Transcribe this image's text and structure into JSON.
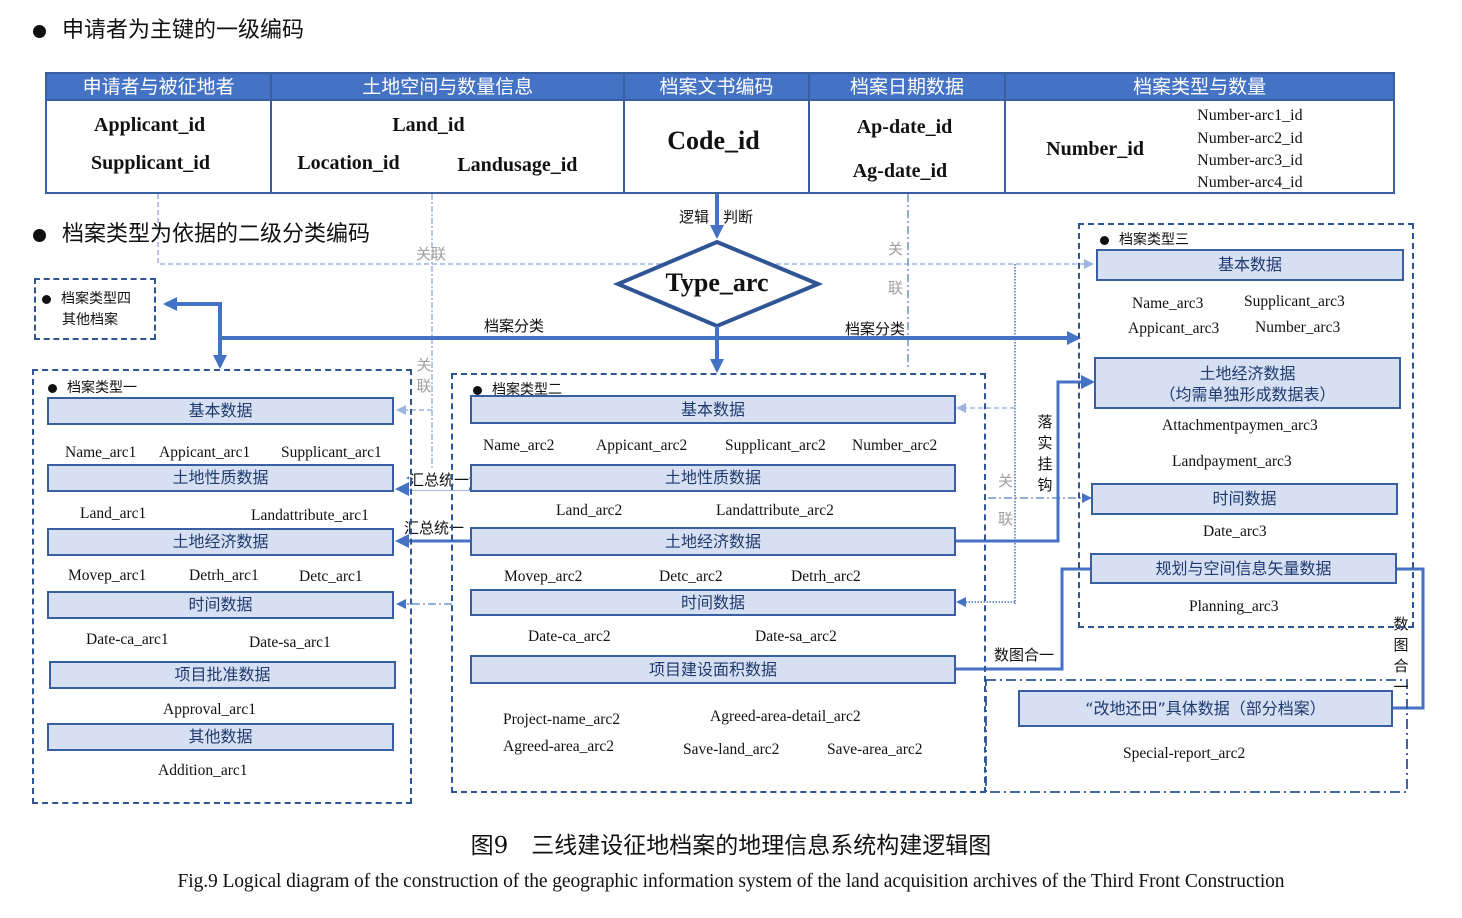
{
  "headings": {
    "primary": "申请者为主键的一级编码",
    "secondary": "档案类型为依据的二级分类编码"
  },
  "top_table": {
    "columns": [
      {
        "header": "申请者与被征地者",
        "fields": [
          "Applicant_id",
          "Supplicant_id"
        ]
      },
      {
        "header": "土地空间与数量信息",
        "fields": [
          "Land_id",
          "Location_id",
          "Landusage_id"
        ]
      },
      {
        "header": "档案文书编码",
        "fields": [
          "Code_id"
        ]
      },
      {
        "header": "档案日期数据",
        "fields": [
          "Ap-date_id",
          "Ag-date_id"
        ]
      },
      {
        "header": "档案类型与数量",
        "fields": [
          "Number_id"
        ],
        "sub_fields": [
          "Number-arc1_id",
          "Number-arc2_id",
          "Number-arc3_id",
          "Number-arc4_id"
        ]
      }
    ]
  },
  "decision": {
    "label": "Type_arc",
    "input_label_left": "逻辑",
    "input_label_right": "判断"
  },
  "flow_labels": {
    "classify_left": "档案分类",
    "classify_right": "档案分类",
    "relate": "关联",
    "relate_a": "关",
    "relate_b": "联",
    "summary_1": "汇总统一",
    "summary_2": "汇总统一",
    "hook": [
      "落",
      "实",
      "挂",
      "钩"
    ],
    "map_merge_h": "数图合一",
    "map_merge_v": [
      "数",
      "图",
      "合",
      "一"
    ]
  },
  "type4": {
    "title_line1": "档案类型四",
    "title_line2": "其他档案"
  },
  "type1": {
    "title": "档案类型一",
    "sections": [
      {
        "name": "基本数据",
        "fields": [
          "Name_arc1",
          "Appicant_arc1",
          "Supplicant_arc1"
        ]
      },
      {
        "name": "土地性质数据",
        "fields": [
          "Land_arc1",
          "Landattribute_arc1"
        ]
      },
      {
        "name": "土地经济数据",
        "fields": [
          "Movep_arc1",
          "Detrh_arc1",
          "Detc_arc1"
        ]
      },
      {
        "name": "时间数据",
        "fields": [
          "Date-ca_arc1",
          "Date-sa_arc1"
        ]
      },
      {
        "name": "项目批准数据",
        "fields": [
          "Approval_arc1"
        ]
      },
      {
        "name": "其他数据",
        "fields": [
          "Addition_arc1"
        ]
      }
    ]
  },
  "type2": {
    "title": "档案类型二",
    "sections": [
      {
        "name": "基本数据",
        "fields": [
          "Name_arc2",
          "Appicant_arc2",
          "Supplicant_arc2",
          "Number_arc2"
        ]
      },
      {
        "name": "土地性质数据",
        "fields": [
          "Land_arc2",
          "Landattribute_arc2"
        ]
      },
      {
        "name": "土地经济数据",
        "fields": [
          "Movep_arc2",
          "Detc_arc2",
          "Detrh_arc2"
        ]
      },
      {
        "name": "时间数据",
        "fields": [
          "Date-ca_arc2",
          "Date-sa_arc2"
        ]
      },
      {
        "name": "项目建设面积数据",
        "fields": [
          "Project-name_arc2",
          "Agreed-area-detail_arc2",
          "Agreed-area_arc2",
          "Save-land_arc2",
          "Save-area_arc2"
        ]
      }
    ]
  },
  "type3": {
    "title": "档案类型三",
    "sections": [
      {
        "name": "基本数据",
        "fields": [
          "Name_arc3",
          "Supplicant_arc3",
          "Appicant_arc3",
          "Number_arc3"
        ]
      },
      {
        "name": "土地经济数据",
        "subtitle": "（均需单独形成数据表）",
        "fields": [
          "Attachmentpaymen_arc3",
          "Landpayment_arc3"
        ]
      },
      {
        "name": "时间数据",
        "fields": [
          "Date_arc3"
        ]
      },
      {
        "name": "规划与空间信息矢量数据",
        "fields": [
          "Planning_arc3"
        ]
      }
    ]
  },
  "special": {
    "name": "“改地还田”具体数据（部分档案）",
    "fields": [
      "Special-report_arc2"
    ]
  },
  "caption": {
    "cn": "图9　三线建设征地档案的地理信息系统构建逻辑图",
    "en": "Fig.9  Logical diagram of the construction of the geographic information system of the land acquisition archives of the Third Front Construction"
  },
  "colors": {
    "header_fill": "#4472c4",
    "box_fill": "#d6e0f2",
    "border": "#2f5597",
    "arrow": "#4472c4",
    "relate_line": "#9db5df",
    "relate_text": "#a0a0a0"
  }
}
